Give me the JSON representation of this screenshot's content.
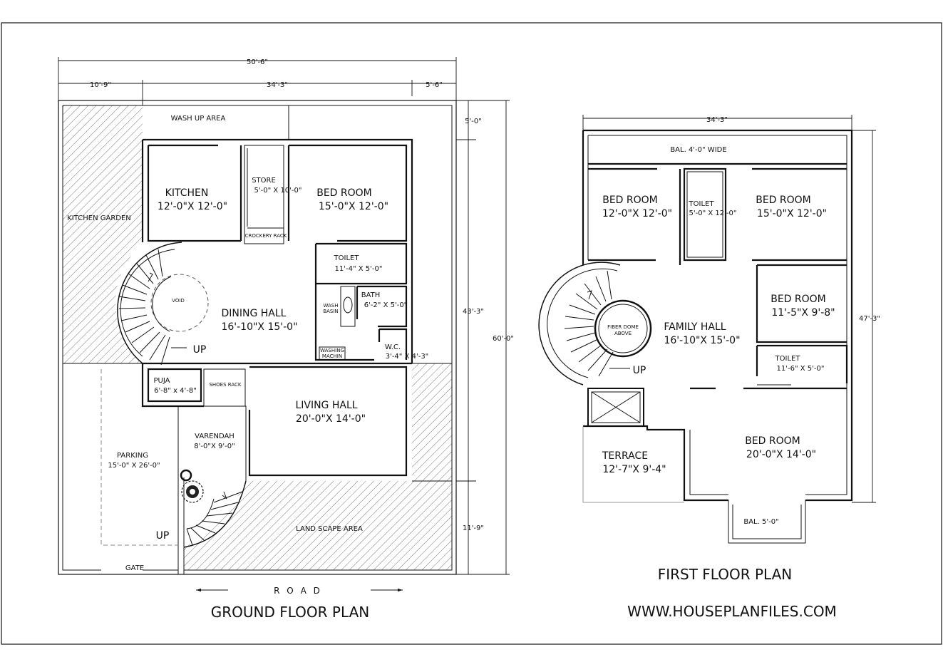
{
  "ground_floor": {
    "title": "GROUND FLOOR PLAN",
    "road_label": "R O A D",
    "dims": {
      "total_width": "50'-6\"",
      "left_seg": "10'-9\"",
      "mid_seg": "34'-3\"",
      "right_seg": "5'-6\"",
      "top_gap": "5'-0\"",
      "main_depth": "43'-3\"",
      "total_depth": "60'-0\"",
      "front_depth": "11'-9\""
    },
    "rooms": {
      "wash_up": "WASH UP AREA",
      "kitchen_garden": "KITCHEN GARDEN",
      "kitchen_name": "KITCHEN",
      "kitchen_size": "12'-0\"X 12'-0\"",
      "store_name": "STORE",
      "store_size": "5'-0\" X 10'-0\"",
      "crockery": "CROCKERY RACK",
      "bed_name": "BED ROOM",
      "bed_size": "15'-0\"X 12'-0\"",
      "toilet_name": "TOILET",
      "toilet_size": "11'-4\" X 5'-0\"",
      "bath_name": "BATH",
      "bath_size": "6'-2\" X 5'-0\"",
      "wash_basin_1": "WASH",
      "wash_basin_2": "BASIN",
      "wc_name": "W.C.",
      "wc_size": "3'-4\" X 4'-3\"",
      "washing_1": "WASHING",
      "washing_2": "MACHIN",
      "void": "VOID",
      "dining_name": "DINING HALL",
      "dining_size": "16'-10\"X 15'-0\"",
      "up_stair": "UP",
      "puja_name": "PUJA",
      "puja_size": "6'-8\" x 4'-8\"",
      "shoes_rack": "SHOES RACK",
      "living_name": "LIVING HALL",
      "living_size": "20'-0\"X 14'-0\"",
      "varendah_name": "VARENDAH",
      "varendah_size": "8'-0\"X 9'-0\"",
      "parking_name": "PARKING",
      "parking_size": "15'-0\" X 26'-0\"",
      "up_front": "UP",
      "landscape": "LAND SCAPE AREA",
      "gate": "GATE"
    }
  },
  "first_floor": {
    "title": "FIRST FLOOR PLAN",
    "dims": {
      "width": "34'-3\"",
      "depth": "47'-3\""
    },
    "rooms": {
      "balcony_top": "BAL. 4'-0\" WIDE",
      "bed1_name": "BED ROOM",
      "bed1_size": "12'-0\"X 12'-0\"",
      "toilet1_name": "TOILET",
      "toilet1_size": "5'-0\" X 12'-0\"",
      "bed2_name": "BED ROOM",
      "bed2_size": "15'-0\"X 12'-0\"",
      "bed3_name": "BED ROOM",
      "bed3_size": "11'-5\"X 9'-8\"",
      "toilet2_name": "TOILET",
      "toilet2_size": "11'-6\" X 5'-0\"",
      "dome_1": "FIBER DOME",
      "dome_2": "ABOVE",
      "family_name": "FAMILY HALL",
      "family_size": "16'-10\"X 15'-0\"",
      "up_stair": "UP",
      "terrace_name": "TERRACE",
      "terrace_size": "12'-7\"X 9'-4\"",
      "bed4_name": "BED ROOM",
      "bed4_size": "20'-0\"X 14'-0\"",
      "balcony_bottom": "BAL. 5'-0\""
    }
  },
  "website": "WWW.HOUSEPLANFILES.COM"
}
